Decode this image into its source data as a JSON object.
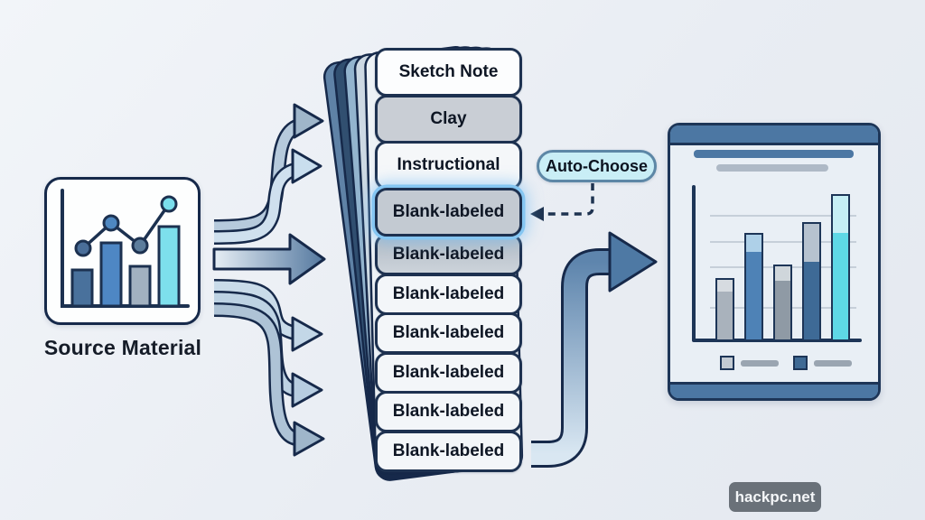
{
  "diagram": {
    "source": {
      "label": "Source Material"
    },
    "stack": {
      "cards": [
        {
          "label": "Sketch Note",
          "bg": "#fcfdfe"
        },
        {
          "label": "Clay",
          "bg": "#c9ced5"
        },
        {
          "label": "Instructional",
          "bg": "#f5f7f9"
        },
        {
          "label": "Blank-labeled",
          "bg": "#c3cad2",
          "highlighted": true
        },
        {
          "label": "Blank-labeled",
          "bg": "linear-gradient(#b2bbc5,#ccd3da)"
        },
        {
          "label": "Blank-labeled",
          "bg": "#f3f6f9"
        },
        {
          "label": "Blank-labeled",
          "bg": "#f3f6f9"
        },
        {
          "label": "Blank-labeled",
          "bg": "#f3f6f9"
        },
        {
          "label": "Blank-labeled",
          "bg": "#f3f6f9"
        },
        {
          "label": "Blank-labeled",
          "bg": "#f3f6f9"
        }
      ]
    },
    "auto_choose": {
      "label": "Auto-Choose"
    },
    "watermark": {
      "label": "hackpc.net"
    }
  },
  "colors": {
    "background": "#e9edf3",
    "outline_navy": "#16294a",
    "card_border": "#1d3150",
    "highlight_glow": "#85c6f2",
    "pill_bg": "#c9eef6",
    "pill_border": "#5d87a6",
    "panel_header": "#4c77a3",
    "arrow_steel": "#4e79a4",
    "arrow_light": "#c9daea",
    "cyan_accent": "#5ed8e6"
  },
  "chart_data": [
    {
      "type": "bar",
      "role": "source-material-icon-chart",
      "title": "",
      "bars": {
        "values": [
          40,
          70,
          44,
          88
        ],
        "colors": [
          "#49719c",
          "#4e87c4",
          "#a2b1c0",
          "#7ddfec"
        ]
      },
      "line": {
        "values": [
          64,
          92,
          67,
          113
        ],
        "color": "#1c3150",
        "point_colors": [
          "#4a6e99",
          "#4e87c0",
          "#5c7d9c",
          "#7adeec"
        ]
      },
      "ylim": [
        0,
        128
      ],
      "grid": false
    },
    {
      "type": "bar",
      "role": "result-report-chart",
      "title": "",
      "values": [
        70,
        120,
        85,
        132,
        163
      ],
      "cap_fractions": [
        0.2,
        0.16,
        0.2,
        0.33,
        0.26
      ],
      "colors": [
        "#a9b2bc",
        "#4e82b6",
        "#8f9aa5",
        "#3e6a96",
        "#5ed8e6"
      ],
      "cap_colors": [
        "#d6dbe0",
        "#aed0e8",
        "#cfd6db",
        "#b6c2cf",
        "#c6eff5"
      ],
      "gridline_values": [
        38,
        83,
        111,
        140
      ],
      "ylim": [
        0,
        180
      ],
      "grid": true,
      "legend": [
        {
          "swatch": "#c3cbd3"
        },
        {
          "swatch": "#3f6a94"
        }
      ],
      "legend_position": "bottom"
    }
  ]
}
